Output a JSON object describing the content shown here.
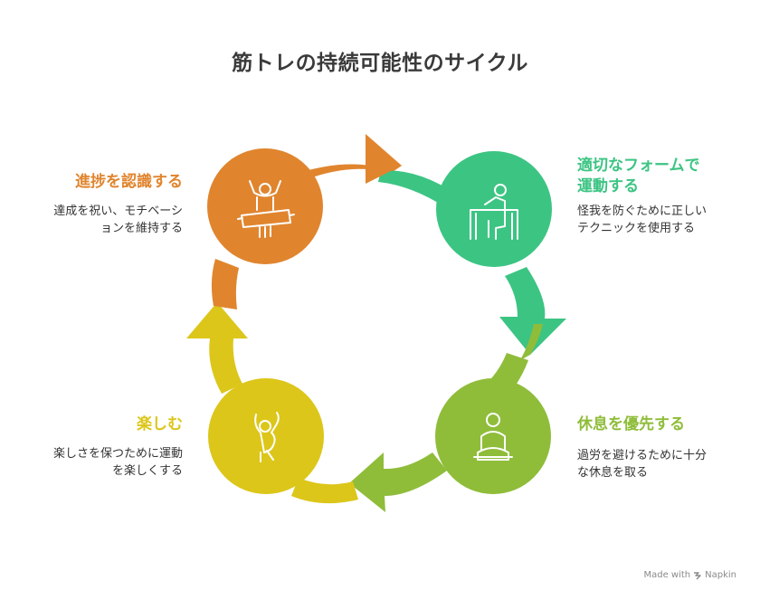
{
  "title": "筋トレの持続可能性のサイクル",
  "colors": {
    "orange": "#E0852E",
    "green": "#3CC483",
    "olive": "#8FBD3A",
    "yellow": "#DCC61A",
    "white": "#FFFFFF",
    "title": "#3A3A3A"
  },
  "steps": [
    {
      "label": "適切なフォームで運動する",
      "label_lines": [
        "適切なフォームで",
        "運動する"
      ],
      "desc_lines": [
        "怪我を防ぐために正しい",
        "テクニックを使用する"
      ],
      "icon": "desk-exercise-icon"
    },
    {
      "label": "休息を優先する",
      "label_lines": [
        "休息を優先する"
      ],
      "desc_lines": [
        "過労を避けるために十分",
        "な休息を取る"
      ],
      "icon": "meditation-icon"
    },
    {
      "label": "楽しむ",
      "label_lines": [
        "楽しむ"
      ],
      "desc_lines": [
        "楽しさを保つために運動",
        "を楽しくする"
      ],
      "icon": "jumping-person-icon"
    },
    {
      "label": "進捗を認識する",
      "label_lines": [
        "進捗を認識する"
      ],
      "desc_lines": [
        "達成を祝い、モチベーシ",
        "ョンを維持する"
      ],
      "icon": "finish-line-icon"
    }
  ],
  "footer": {
    "made_with": "Made with",
    "brand": "Napkin"
  }
}
